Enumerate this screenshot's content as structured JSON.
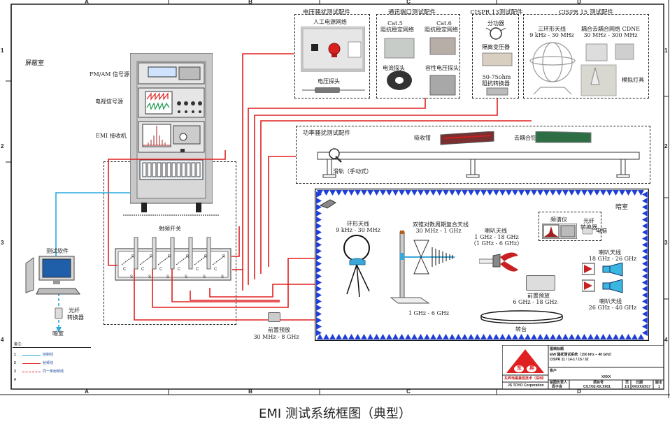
{
  "grid": {
    "columns": [
      "A",
      "B",
      "C",
      "D"
    ],
    "rows": [
      "1",
      "2",
      "3",
      "4"
    ]
  },
  "rooms": {
    "shielded_room": "屏蔽室",
    "anechoic_chamber": "暗室"
  },
  "rack": {
    "fm_am_source": "FM/AM 信号源",
    "tv_source": "电视信号源",
    "emi_receiver": "EMI 接收机"
  },
  "rf_switch": {
    "title": "射频开关",
    "port_labels": {
      "r": "R",
      "c": "C",
      "s": "S"
    },
    "channels": 6
  },
  "pc": {
    "label": "测试软件",
    "fiber_label_1": "光纤",
    "fiber_label_2": "转换器",
    "to_label": "暗室"
  },
  "groups": {
    "voltage": {
      "title": "电压骚扰测试配件",
      "lisn": "人工电源网络",
      "probe": "电压探头"
    },
    "telecom": {
      "title": "通讯端口测试配件",
      "cat5_1": "Cat.5",
      "cat5_2": "阻抗稳定网络",
      "cat6_1": "Cat.6",
      "cat6_2": "阻抗稳定网络",
      "current_probe": "电流探头",
      "cap_probe": "容性电压探头"
    },
    "cispr13": {
      "title": "CISPR 13测试配件",
      "splitter": "分功器",
      "isolation": "隔离变压器",
      "imp_1": "50-75ohm",
      "imp_2": "阻抗转换器"
    },
    "cispr15": {
      "title": "CISPR 15 测试配件",
      "loop_1": "三环形天线",
      "loop_2": "9 kHz - 30 MHz",
      "cdne_1": "耦合去耦合网络 CDNE",
      "cdne_2": "30 MHz - 300 MHz",
      "lamp": "模拟灯具"
    },
    "power": {
      "title": "功率骚扰测试配件",
      "absorb_clamp": "吸收钳",
      "decouple_clamp": "去耦合钳",
      "slide": "滑轨（手动式）"
    }
  },
  "chamber": {
    "loop_antenna_1": "环形天线",
    "loop_antenna_2": "9 kHz - 30 MHz",
    "bilog_1": "双锥对数周期复合天线",
    "bilog_2": "30 MHz - 1 GHz",
    "band_1_6": "1 GHz - 6 GHz",
    "horn1_1": "喇叭天线",
    "horn1_2": "1 GHz - 18 GHz",
    "horn1_3": "（1 GHz  -  6 GHz）",
    "preamp2_1": "前置预放",
    "preamp2_2": "6 GHz - 18 GHz",
    "spectrum": "频谱仪",
    "fiber_1": "光纤",
    "fiber_2": "转换器",
    "computer": "电脑",
    "horn2_1": "喇叭天线",
    "horn2_2": "18 GHz - 26 GHz",
    "horn3_1": "喇叭天线",
    "horn3_2": "26 GHz - 40 GHz",
    "turntable": "转台"
  },
  "preamp1": {
    "label_1": "前置预放",
    "label_2": "30 MHz - 8 GHz"
  },
  "legend": {
    "title": "备注:",
    "items": [
      {
        "num": "1",
        "label": "控制线",
        "style": "solid",
        "color": "#29a9e0"
      },
      {
        "num": "2",
        "label": "射频线",
        "style": "solid",
        "color": "#e02020"
      },
      {
        "num": "3",
        "label": "同一条射频线",
        "style": "dashed",
        "color": "#e02020"
      },
      {
        "num": "4",
        "label": "",
        "style": "none",
        "color": ""
      }
    ]
  },
  "title_block": {
    "company_cn": "东昇电磁兼容技术（深圳）",
    "company_en": "JS TOYO Corporation",
    "logo_text_1": "东",
    "logo_text_2": "昇",
    "drawing_title_label": "图档标题",
    "drawing_title": "EMI 骚扰测试系统（150 kHz – 40 GHz）",
    "standards": "CISPR 11 / 14-1 / 15 / 32",
    "customer_label": "客户",
    "customer": "XXXX",
    "owner_label": "绘图负责人",
    "owner": "周子良",
    "project_label": "项目号",
    "project": "C/17/02-XX.X001",
    "page_label": "页",
    "page": "1/1",
    "date_label": "日期",
    "date": "XX/XX/2017",
    "version_label": "版本",
    "version": "1"
  },
  "colors": {
    "rf_line": "#e02020",
    "control_line": "#29a9e0",
    "absorber": "#1f3fd6"
  },
  "caption": "EMI 测试系统框图（典型）"
}
